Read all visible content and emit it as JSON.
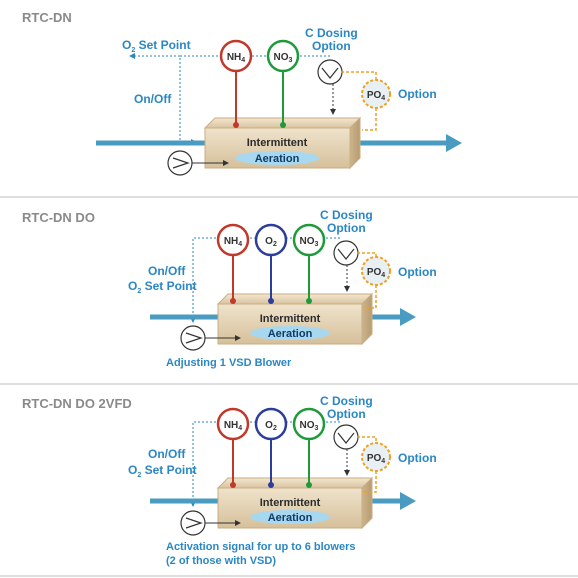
{
  "panels": [
    {
      "title": "RTC-DN",
      "o2_setpoint": {
        "prefix": "O",
        "sub": "2",
        "suffix": " Set Point"
      },
      "on_off": "On/Off",
      "c_dosing": [
        "C Dosing",
        "Option"
      ],
      "po4": {
        "base": "PO",
        "sub": "4"
      },
      "po4_option": "Option",
      "sensors": [
        {
          "base": "NH",
          "sub": "4",
          "color": "#c0392b"
        },
        {
          "base": "NO",
          "sub": "3",
          "color": "#1f9a3a"
        }
      ],
      "tank": {
        "line1": "Intermittent",
        "line2": "Aeration"
      }
    },
    {
      "title": "RTC-DN DO",
      "on_off": "On/Off",
      "o2_setpoint": {
        "prefix": "O",
        "sub": "2",
        "suffix": " Set Point"
      },
      "c_dosing": [
        "C Dosing",
        "Option"
      ],
      "po4": {
        "base": "PO",
        "sub": "4"
      },
      "po4_option": "Option",
      "sensors": [
        {
          "base": "NH",
          "sub": "4",
          "color": "#c0392b"
        },
        {
          "base": "O",
          "sub": "2",
          "color": "#2c3e9a"
        },
        {
          "base": "NO",
          "sub": "3",
          "color": "#1f9a3a"
        }
      ],
      "tank": {
        "line1": "Intermittent",
        "line2": "Aeration"
      },
      "blower_caption": [
        "Adjusting 1 VSD Blower"
      ]
    },
    {
      "title": "RTC-DN DO 2VFD",
      "on_off": "On/Off",
      "o2_setpoint": {
        "prefix": "O",
        "sub": "2",
        "suffix": " Set Point"
      },
      "c_dosing": [
        "C Dosing",
        "Option"
      ],
      "po4": {
        "base": "PO",
        "sub": "4"
      },
      "po4_option": "Option",
      "sensors": [
        {
          "base": "NH",
          "sub": "4",
          "color": "#c0392b"
        },
        {
          "base": "O",
          "sub": "2",
          "color": "#2c3e9a"
        },
        {
          "base": "NO",
          "sub": "3",
          "color": "#1f9a3a"
        }
      ],
      "tank": {
        "line1": "Intermittent",
        "line2": "Aeration"
      },
      "blower_caption": [
        "Activation signal for up to 6 blowers",
        "(2 of those with VSD)"
      ]
    }
  ],
  "colors": {
    "flow_arrow": "#4a9bc2",
    "signal": "#2a87c4",
    "po4_dashed": "#f0a020",
    "tank_fill": "#e8d9bf",
    "aeration": "#a8d8f0"
  }
}
